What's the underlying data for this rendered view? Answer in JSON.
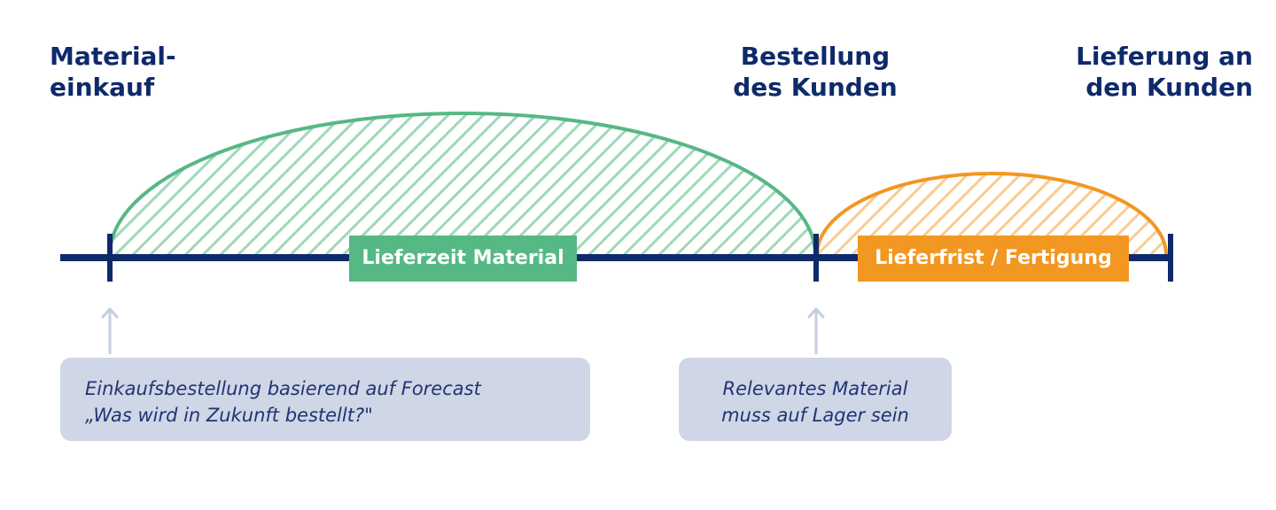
{
  "milestones": {
    "material": {
      "line1": "Material-",
      "line2": "einkauf"
    },
    "bestellung": {
      "line1": "Bestellung",
      "line2": "des Kunden"
    },
    "lieferung": {
      "line1": "Lieferung an",
      "line2": "den Kunden"
    }
  },
  "phases": {
    "material": {
      "label": "Lieferzeit Material"
    },
    "fertigung": {
      "label": "Lieferfrist / Fertigung"
    }
  },
  "notes": {
    "forecast": {
      "line1": "Einkaufsbestellung basierend auf Forecast",
      "line2": "„Was wird in Zukunft bestellt?\""
    },
    "lager": {
      "line1": "Relevantes Material",
      "line2": "muss auf Lager sein"
    }
  },
  "colors": {
    "navy": "#0e2a6b",
    "green": "#56b884",
    "orange": "#f29722",
    "note_bg": "#cfd6e6",
    "arrow": "#c5cde0"
  }
}
